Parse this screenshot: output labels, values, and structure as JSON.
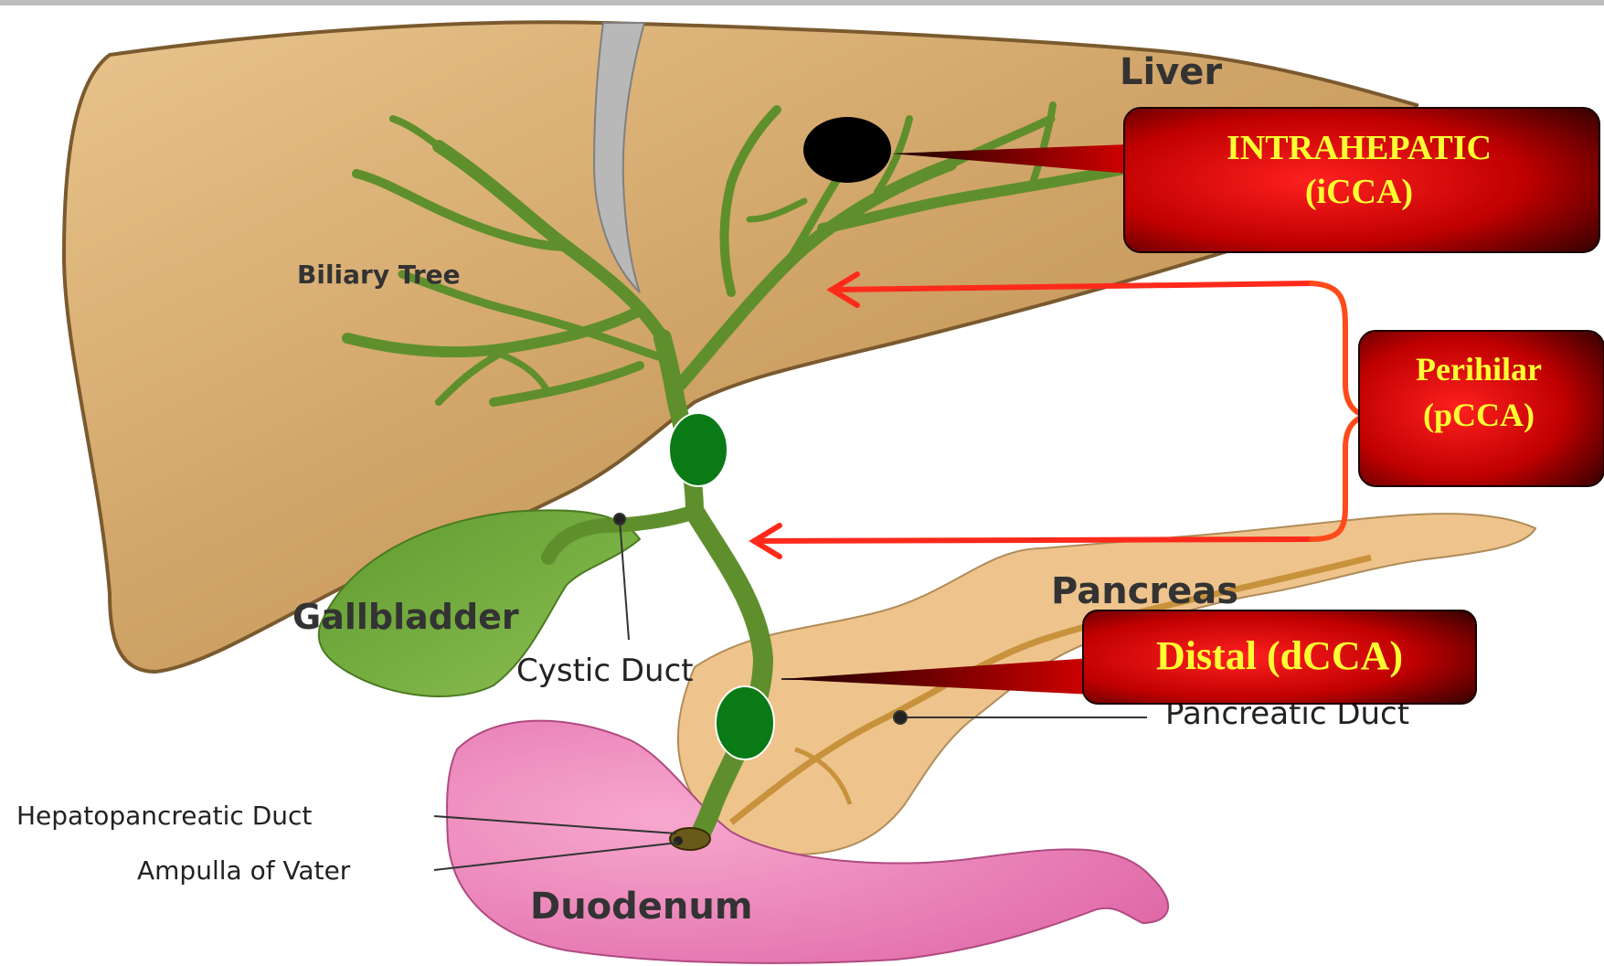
{
  "organs": {
    "liver": "Liver",
    "biliary_tree": "Biliary Tree",
    "gallbladder": "Gallbladder",
    "cystic_duct": "Cystic Duct",
    "pancreas": "Pancreas",
    "pancreatic_duct": "Pancreatic Duct",
    "hepatopancreatic_duct": "Hepatopancreatic Duct",
    "ampulla": "Ampulla of Vater",
    "duodenum": "Duodenum"
  },
  "callouts": {
    "intrahepatic": {
      "line1": "INTRAHEPATIC",
      "line2": "(iCCA)"
    },
    "perihilar": {
      "line1": "Perihilar",
      "line2": "(pCCA)"
    },
    "distal": {
      "line1": "Distal (dCCA)"
    }
  },
  "colors": {
    "liver": "#c99a5a",
    "bile_duct": "#6a9a3a",
    "gallbladder": "#7bb044",
    "pancreas": "#eec48c",
    "duodenum": "#ea7ab4",
    "tumor_intrahepatic": "#000000",
    "tumor_extrahepatic": "#0a7a16",
    "callout_red": "#ff1a1a",
    "callout_dark": "#3a0000",
    "callout_text": "#ffff33",
    "arrow": "#ff2a1a"
  }
}
